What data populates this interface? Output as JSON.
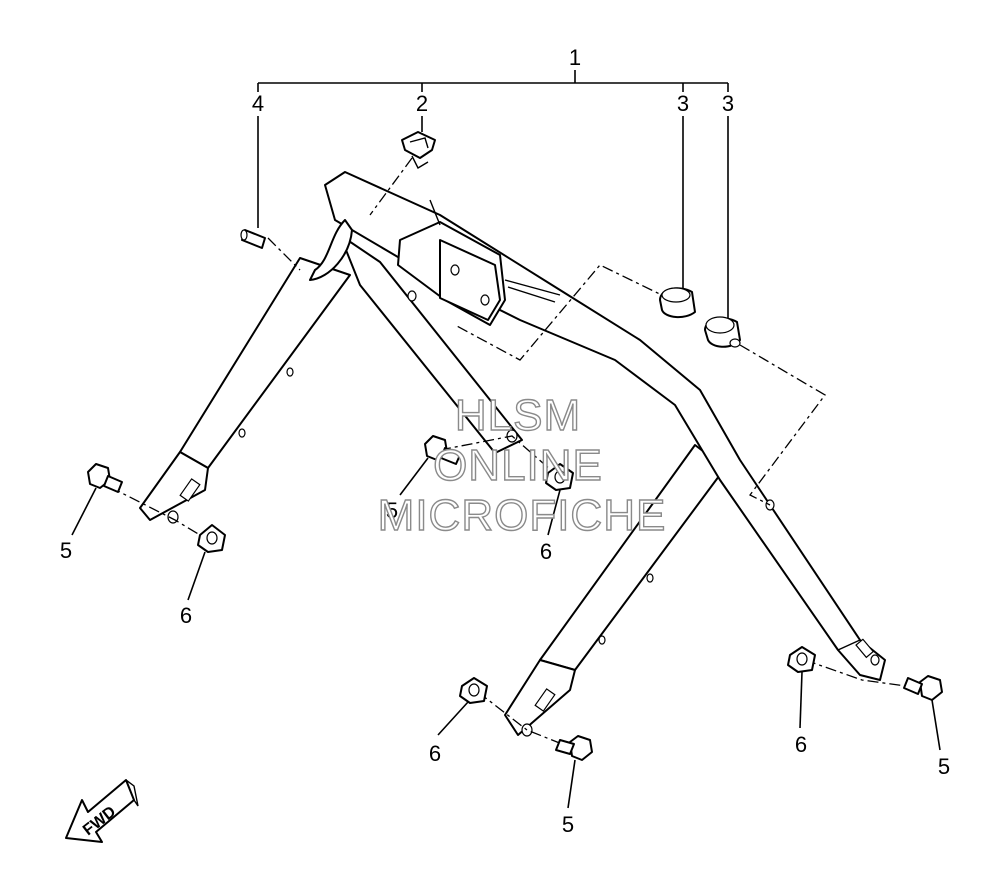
{
  "callouts": {
    "c1": "1",
    "c2": "2",
    "c3a": "3",
    "c3b": "3",
    "c4": "4",
    "c5a": "5",
    "c5b": "5",
    "c5c": "5",
    "c5d": "5",
    "c6a": "6",
    "c6b": "6",
    "c6c": "6",
    "c6d": "6"
  },
  "watermark": {
    "line1": "HLSM",
    "line2": "ONLINE",
    "line3": "MICROFICHE"
  },
  "fwd_badge": {
    "label": "FWD"
  }
}
